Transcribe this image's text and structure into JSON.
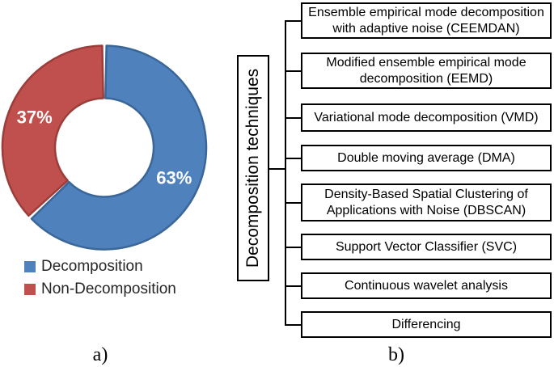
{
  "figure": {
    "caption_a": "a)",
    "caption_b": "b)"
  },
  "chart_data": {
    "type": "pie",
    "subtype": "donut",
    "title": "",
    "start_angle_deg": 0,
    "direction": "clockwise",
    "hole_ratio": 0.48,
    "legend_position": "bottom-left",
    "data_label_color": "#FFFFFF",
    "categories": [
      "Decomposition",
      "Non-Decomposition"
    ],
    "values": [
      63,
      37
    ],
    "slices": [
      {
        "label": "Decomposition",
        "value": 63,
        "data_label": "63%",
        "color": "#4F81BD",
        "border_color": "#3A6698"
      },
      {
        "label": "Non-Decomposition",
        "value": 37,
        "data_label": "37%",
        "color": "#C0504D",
        "border_color": "#9C3D3A"
      }
    ]
  },
  "diagram": {
    "root_label": "Decomposition techniques",
    "boxes": [
      {
        "label": "Ensemble empirical mode decomposition with adaptive noise (CEEMDAN)"
      },
      {
        "label": "Modified ensemble empirical mode decomposition (EEMD)"
      },
      {
        "label": "Variational mode decomposition (VMD)"
      },
      {
        "label": "Double moving average (DMA)"
      },
      {
        "label": "Density-Based Spatial Clustering of Applications with Noise (DBSCAN)"
      },
      {
        "label": "Support Vector Classifier (SVC)"
      },
      {
        "label": "Continuous wavelet analysis"
      },
      {
        "label": "Differencing"
      }
    ]
  }
}
